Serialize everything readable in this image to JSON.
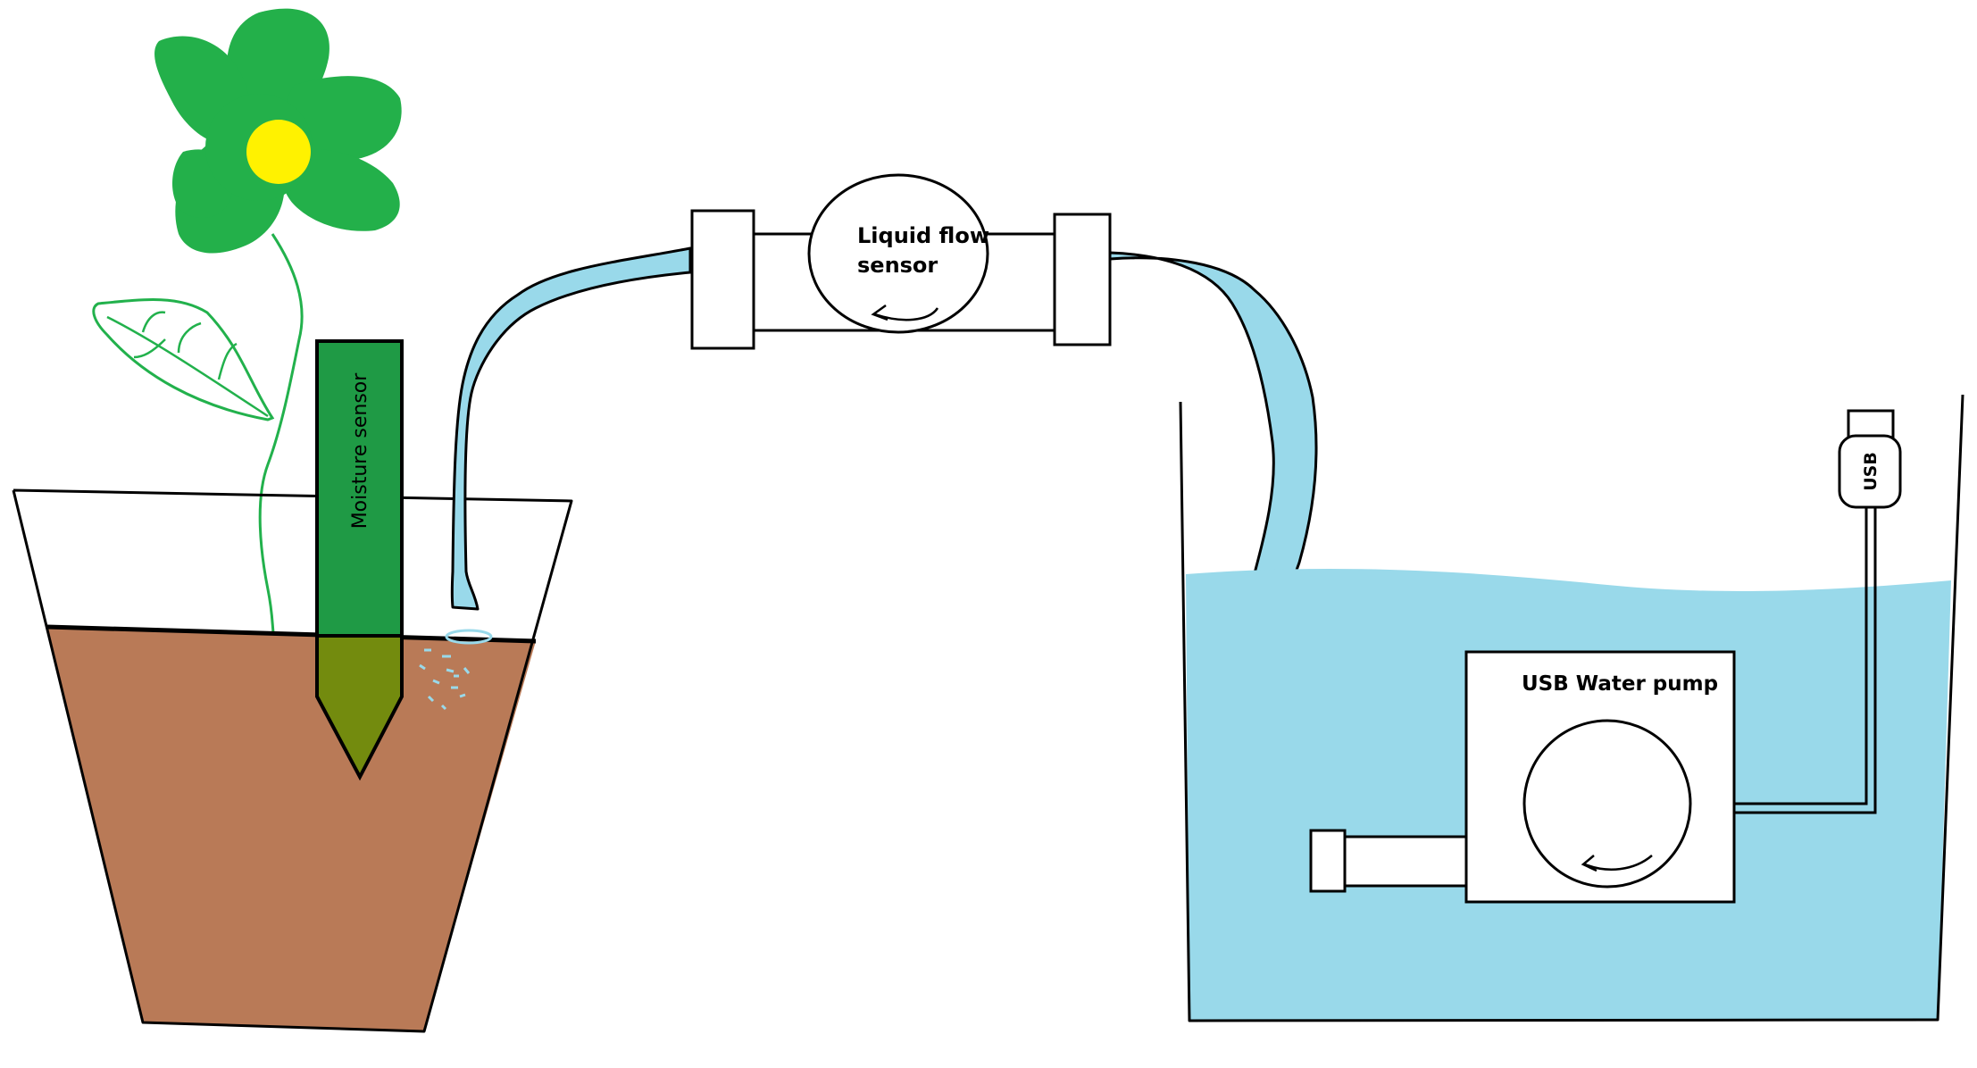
{
  "labels": {
    "moisture_sensor": "Moisture sensor",
    "flow_sensor_line1": "Liquid flow",
    "flow_sensor_line2": "sensor",
    "pump": "USB Water pump",
    "usb": "USB"
  },
  "colors": {
    "leaf_green": "#23b04a",
    "flower_center": "#fff200",
    "stem": "#22b14c",
    "sensor_body": "#1f9a45",
    "sensor_tip": "#738b0e",
    "soil": "#b97a57",
    "water": "#99d9ea",
    "outline": "#000000",
    "background": "#ffffff"
  },
  "icons": {
    "flow_rotation": "counterclockwise-arrow-icon",
    "pump_rotation": "counterclockwise-arrow-icon"
  }
}
